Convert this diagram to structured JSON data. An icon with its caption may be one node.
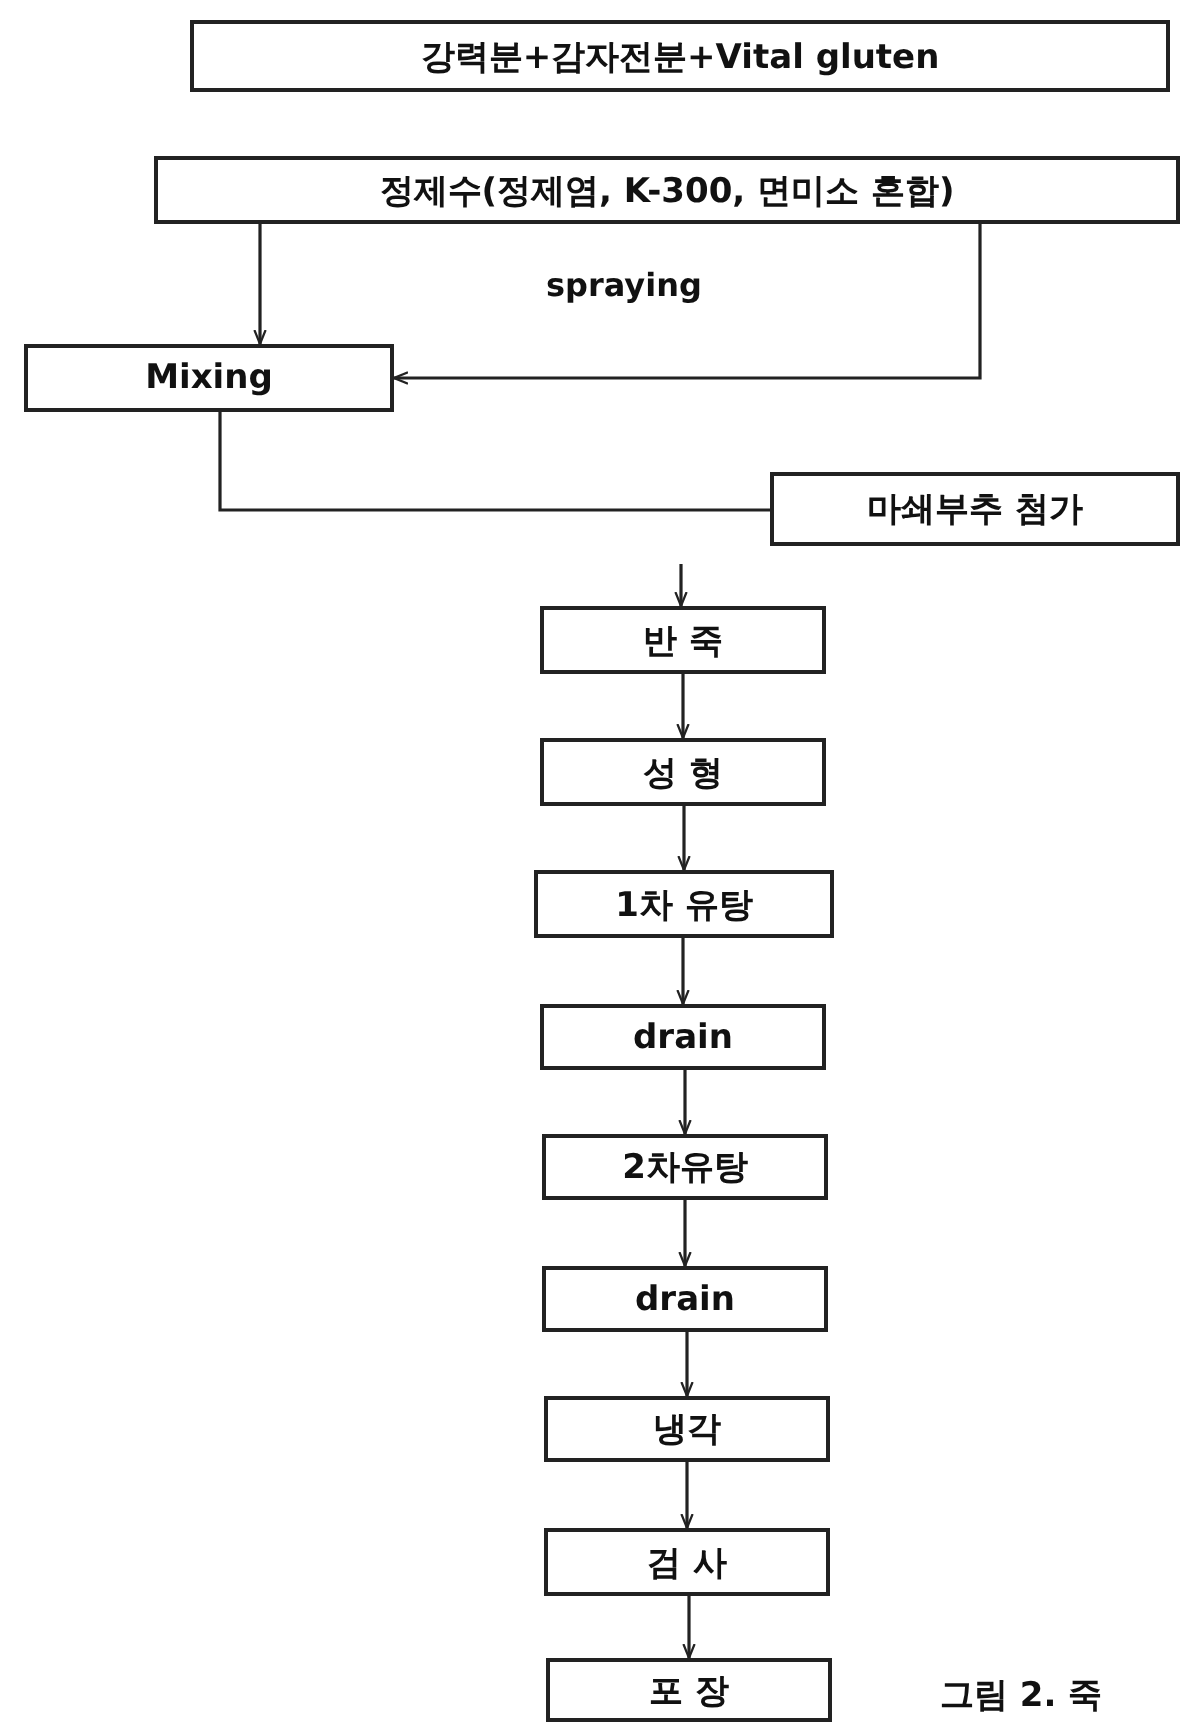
{
  "diagram": {
    "caption": "그림 2. 죽",
    "nodes": [
      {
        "text": [
          "강력분+감자전분+Vital gluten"
        ]
      },
      {
        "text": [
          "정제수(정제염, K-300, 면미소 혼합)"
        ]
      },
      {
        "text": [
          "Mixing"
        ]
      },
      {
        "text": [
          "마쇄부추 첨가"
        ]
      },
      {
        "text": [
          "반 죽"
        ]
      },
      {
        "text": [
          "성 형"
        ]
      },
      {
        "text": [
          "1차 유탕"
        ]
      },
      {
        "text": [
          "drain"
        ]
      },
      {
        "text": [
          "2차유탕"
        ]
      },
      {
        "text": [
          "drain"
        ]
      },
      {
        "text": [
          "냉각"
        ]
      },
      {
        "text": [
          "검 사"
        ]
      },
      {
        "text": [
          "포 장"
        ]
      }
    ],
    "edges": [
      {
        "from": 1,
        "to": 2,
        "arrow": "to"
      },
      {
        "from": 1,
        "to": 2,
        "arrow": "to",
        "label": "spraying"
      },
      {
        "from": 2,
        "to": 3,
        "arrow": "none"
      },
      {
        "from": null,
        "to": 4,
        "arrow": "to"
      },
      {
        "from": 4,
        "to": 5,
        "arrow": "to"
      },
      {
        "from": 5,
        "to": 6,
        "arrow": "to"
      },
      {
        "from": 6,
        "to": 7,
        "arrow": "to"
      },
      {
        "from": 7,
        "to": 8,
        "arrow": "to"
      },
      {
        "from": 8,
        "to": 9,
        "arrow": "to"
      },
      {
        "from": 9,
        "to": 10,
        "arrow": "to"
      },
      {
        "from": 10,
        "to": 11,
        "arrow": "to"
      },
      {
        "from": 11,
        "to": 12,
        "arrow": "to"
      }
    ]
  }
}
